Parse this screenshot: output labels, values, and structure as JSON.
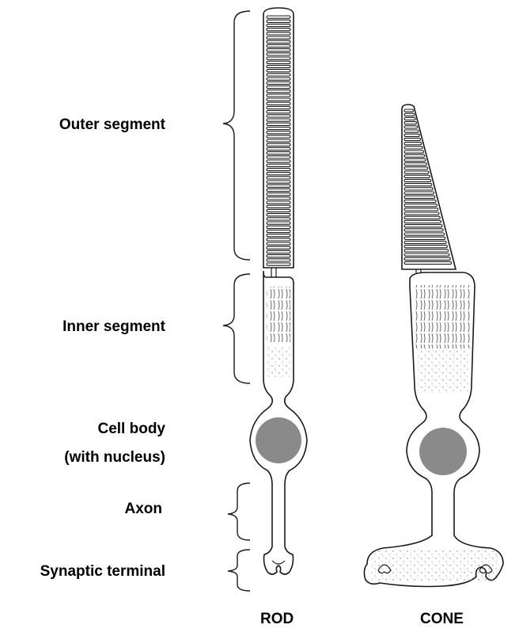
{
  "labels": {
    "outer_segment": "Outer segment",
    "inner_segment": "Inner segment",
    "cell_body_line1": "Cell body",
    "cell_body_line2": "(with nucleus)",
    "axon": "Axon",
    "synaptic_terminal": "Synaptic terminal",
    "rod": "ROD",
    "cone": "CONE"
  },
  "colors": {
    "outline": "#1a1a1a",
    "nucleus": "#8a8a8a",
    "background": "#ffffff"
  }
}
